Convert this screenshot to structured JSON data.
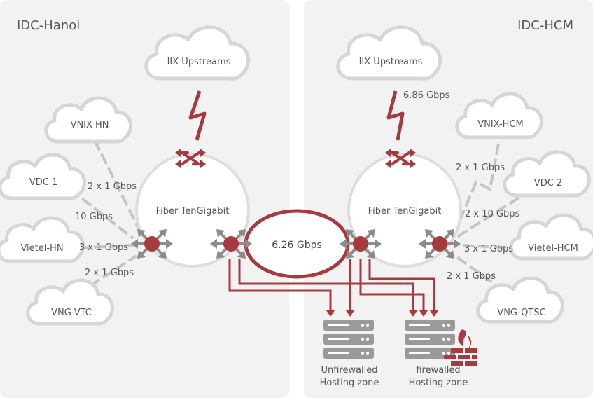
{
  "zones": {
    "left_title": "IDC-Hanoi",
    "right_title": "IDC-HCM"
  },
  "left": {
    "upstream": "IIX Upstreams",
    "core": "Fiber TenGigabit",
    "peers": [
      {
        "name": "VNIX-HN",
        "speed": "2 x 1 Gbps"
      },
      {
        "name": "VDC 1",
        "speed": "10 Gbps"
      },
      {
        "name": "Vietel-HN",
        "speed": "3 x 1 Gbps"
      },
      {
        "name": "VNG-VTC",
        "speed": "2 x 1 Gbps"
      }
    ]
  },
  "right": {
    "upstream": "IIX Upstreams",
    "upstream_speed": "6.86 Gbps",
    "core": "Fiber TenGigabit",
    "peers": [
      {
        "name": "VNIX-HCM",
        "speed": "2 x 1 Gbps"
      },
      {
        "name": "VDC 2",
        "speed": "2 x 10 Gbps"
      },
      {
        "name": "Vietel-HCM",
        "speed": "3 x 1 Gbps"
      },
      {
        "name": "VNG-QTSC",
        "speed": "2 x 1 Gbps"
      }
    ]
  },
  "interlink_speed": "6.26 Gbps",
  "hosting": {
    "unfirewalled": [
      "Unfirewalled",
      "Hosting zone"
    ],
    "firewalled": [
      "firewalled",
      "Hosting zone"
    ]
  },
  "colors": {
    "panel": "#f2f2f2",
    "cloud_stroke": "#d3d3d3",
    "accent": "#a63a3e",
    "arrow_gray": "#8c8c8c"
  }
}
